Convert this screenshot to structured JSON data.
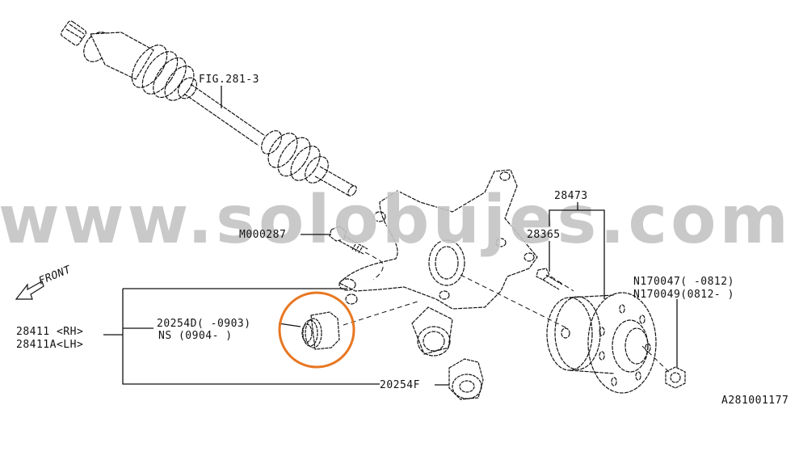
{
  "diagram": {
    "type": "exploded parts diagram - rear axle / knuckle / hub assembly",
    "watermark": "www.solobujes.com",
    "direction_label": "FRONT",
    "figure_id": "A281001177",
    "highlight_color": "#E87722",
    "callouts": {
      "driveshaft_ref": "FIG.281-3",
      "bolt": "M000287",
      "hub_assy": "28473",
      "hub_bolt": "28365",
      "nut_line1": "N170047( -0812)",
      "nut_line2": "N170049(0812- )",
      "knuckle_rh": "28411 <RH>",
      "knuckle_lh": "28411A<LH>",
      "bushing_line1": "20254D( -0903)",
      "bushing_line2": "NS (0904- )",
      "bushing_f": "20254F"
    },
    "parts": [
      {
        "name": "drive shaft",
        "ref": "FIG.281-3"
      },
      {
        "name": "bolt",
        "ref": "M000287"
      },
      {
        "name": "rear knuckle RH",
        "ref": "28411"
      },
      {
        "name": "rear knuckle LH",
        "ref": "28411A"
      },
      {
        "name": "bushing (highlighted)",
        "ref": "20254D"
      },
      {
        "name": "bushing",
        "ref": "20254F"
      },
      {
        "name": "hub unit",
        "ref": "28473"
      },
      {
        "name": "hub bolt",
        "ref": "28365"
      },
      {
        "name": "axle nut",
        "ref": "N170047 / N170049"
      }
    ]
  }
}
